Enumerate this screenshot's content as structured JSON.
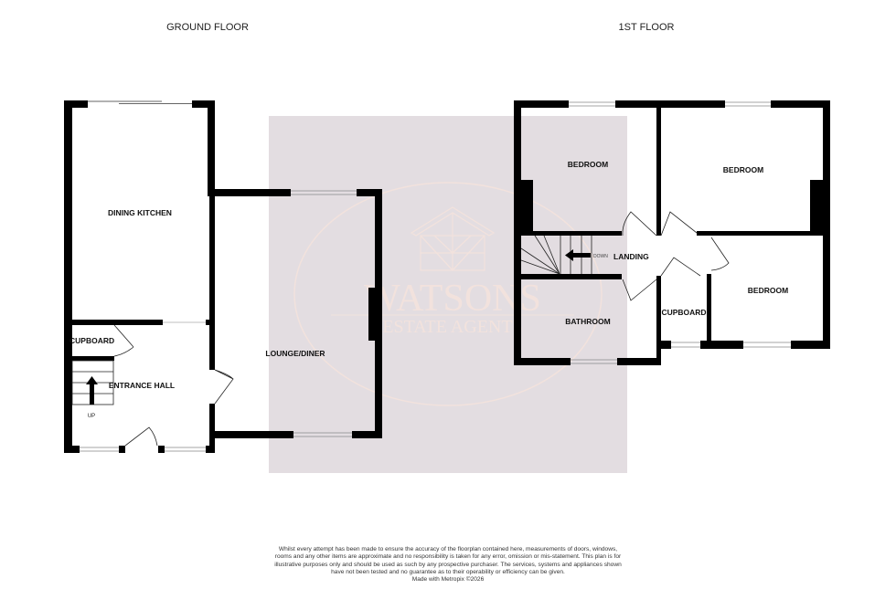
{
  "titles": {
    "ground": "GROUND FLOOR",
    "first": "1ST FLOOR"
  },
  "ground_rooms": {
    "dining_kitchen": "DINING KITCHEN",
    "cupboard": "CUPBOARD",
    "entrance_hall": "ENTRANCE HALL",
    "up": "UP",
    "lounge": "LOUNGE/DINER"
  },
  "first_rooms": {
    "bedroom_1": "BEDROOM",
    "bedroom_2": "BEDROOM",
    "bedroom_3": "BEDROOM",
    "landing": "LANDING",
    "down": "DOWN",
    "bathroom": "BATHROOM",
    "cupboard": "CUPBOARD"
  },
  "watermark": {
    "name": "WATSONS",
    "tagline": "ESTATE AGENTS"
  },
  "disclaimer": {
    "text": "Whilst every attempt has been made to ensure the accuracy of the floorplan contained here, measurements of doors, windows, rooms and any other items are approximate and no responsibility is taken for any error, omission or mis-statement. This plan is for illustrative purposes only and should be used as such by any prospective purchaser. The services, systems and appliances shown have not been tested and no guarantee as to their operability or efficiency can be given.",
    "credit": "Made with Metropix ©2026"
  },
  "colors": {
    "wall": "#000000",
    "watermark_bg": "#e3dde1",
    "watermark_ink": "#f2e2dd"
  }
}
